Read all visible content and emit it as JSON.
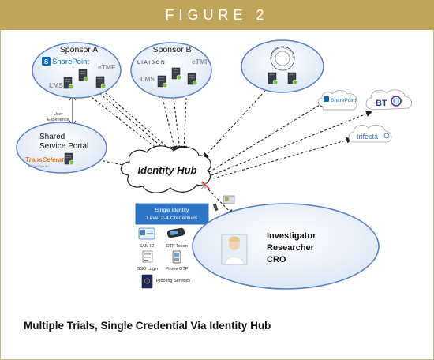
{
  "figure_label": "FIGURE 2",
  "caption": "Multiple Trials, Single Credential Via Identity Hub",
  "sponsor_a": {
    "title": "Sponsor A",
    "sharepoint": "SharePoint",
    "etmf": "eTMF",
    "lms": "LMS"
  },
  "sponsor_b": {
    "title": "Sponsor B",
    "liaison": "LIAISON",
    "etmf": "eTMF",
    "lms": "LMS"
  },
  "nih": {
    "seal_text": "NATIONAL INSTITUTES OF HEALTH"
  },
  "user_experience": "User Experience",
  "shared_portal": {
    "title_line1": "Shared",
    "title_line2": "Service Portal",
    "brand": "TransCelerate",
    "brand_sub": "BIOPHARMA INC"
  },
  "identity_hub": "Identity Hub",
  "credentials_box": {
    "line1": "Single Identity",
    "line2": "Level 2-4 Credentials"
  },
  "credentials": [
    {
      "label": "SAM ID",
      "icon": "id-card-icon"
    },
    {
      "label": "OTP Token",
      "icon": "otp-token-icon"
    },
    {
      "label": "SSO Login",
      "icon": "sso-login-icon"
    },
    {
      "label": "Phone OTP",
      "icon": "phone-otp-icon"
    },
    {
      "label": "Proofing Services",
      "icon": "passport-icon"
    }
  ],
  "investigator": {
    "line1": "Investigator",
    "line2": "Researcher",
    "line3": "CRO"
  },
  "cloud_services": {
    "sharepoint": "SharePoint",
    "bt": "BT",
    "trifecta": "trifecta"
  },
  "colors": {
    "banner": "#bfa45c",
    "ellipse_fill": "#eaf2fb",
    "ellipse_stroke": "#5b7fbf",
    "blue_box": "#2e75c4"
  }
}
